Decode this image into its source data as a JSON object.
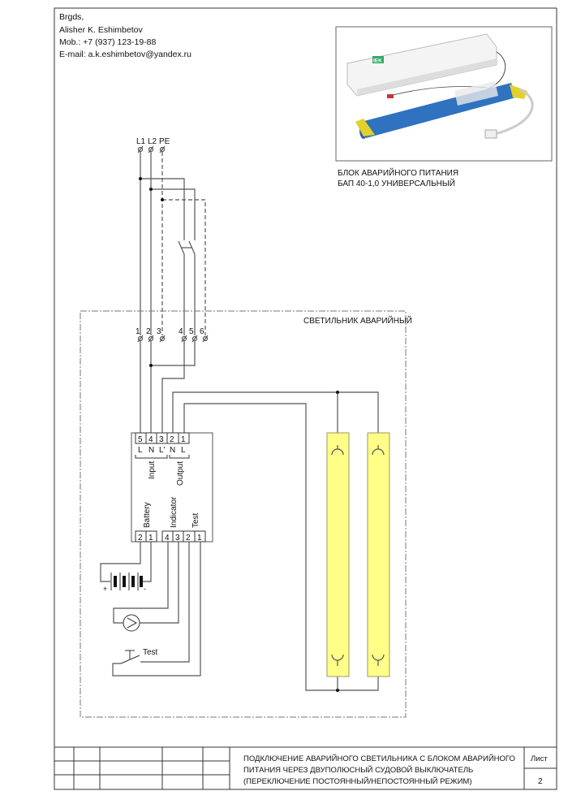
{
  "author": {
    "line1": "Brgds,",
    "name": "Alisher K. Eshimbetov",
    "mobile": "Mob.: +7 (937) 123-19-88",
    "email": "E-mail: a.k.eshimbetov@yandex.ru"
  },
  "photo": {
    "caption_line1": "БЛОК АВАРИЙНОГО ПИТАНИЯ",
    "caption_line2": "БАП 40-1,0 УНИВЕРСАЛЬНЫЙ",
    "brand": "IEK"
  },
  "supply": {
    "l1": "L1",
    "l2": "L2",
    "pe": "PE"
  },
  "luminaire": {
    "title": "СВЕТИЛЬНИК АВАРИЙНЫЙ",
    "terminals": [
      "1",
      "2",
      "3",
      "4",
      "5",
      "6"
    ]
  },
  "module": {
    "input_terminals": [
      "5",
      "4",
      "3",
      "2",
      "1"
    ],
    "input_labels": [
      "L",
      "N",
      "L'",
      "N",
      "L"
    ],
    "input_label": "Input",
    "output_label": "Output",
    "battery_label": "Battery",
    "indicator_label": "Indicator",
    "test_label": "Test",
    "battery_terminals": [
      "2",
      "1"
    ],
    "control_terminals": [
      "4",
      "3",
      "2",
      "1"
    ]
  },
  "battery": {
    "plus": "+",
    "minus": "-"
  },
  "test_button": {
    "label": "Test"
  },
  "colors": {
    "lamp_fill": "#ffff88",
    "lamp_stroke": "#999966",
    "wire": "#555555"
  },
  "title_block": {
    "title_line1": "ПОДКЛЮЧЕНИЕ АВАРИЙНОГО СВЕТИЛЬНИКА С БЛОКОМ АВАРИЙНОГО",
    "title_line2": "ПИТАНИЯ ЧЕРЕЗ ДВУПОЛЮСНЫЙ СУДОВОЙ ВЫКЛЮЧАТЕЛЬ",
    "title_line3": "(ПЕРЕКЛЮЧЕНИЕ ПОСТОЯННЫЙ/НЕПОСТОЯННЫЙ РЕЖИМ)",
    "sheet_label": "Лист",
    "sheet_number": "2"
  }
}
